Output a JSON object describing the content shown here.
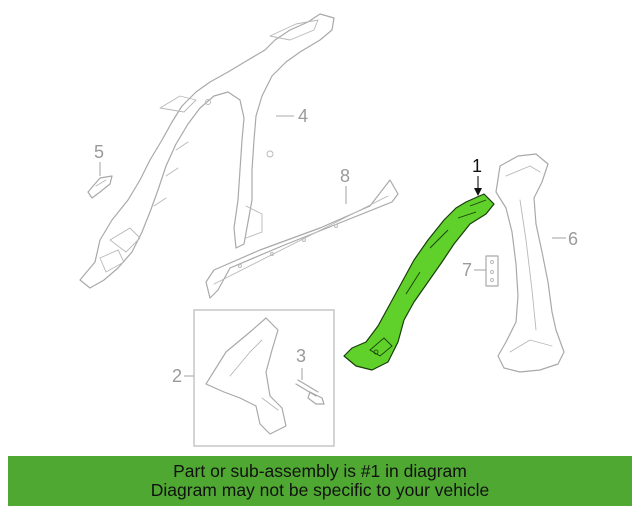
{
  "diagram": {
    "callouts": {
      "c1": "1",
      "c2": "2",
      "c3": "3",
      "c4": "4",
      "c5": "5",
      "c6": "6",
      "c7": "7",
      "c8": "8"
    },
    "highlighted_part": "1",
    "colors": {
      "highlight_fill": "#5fd12a",
      "highlight_stroke": "#1a3d0a",
      "outline": "#a9a9a9",
      "callout_text": "#9a9a9a"
    }
  },
  "banner": {
    "line1": "Part or sub-assembly is #1 in diagram",
    "line2": "Diagram may not be specific to your vehicle",
    "background": "#4fa832"
  }
}
